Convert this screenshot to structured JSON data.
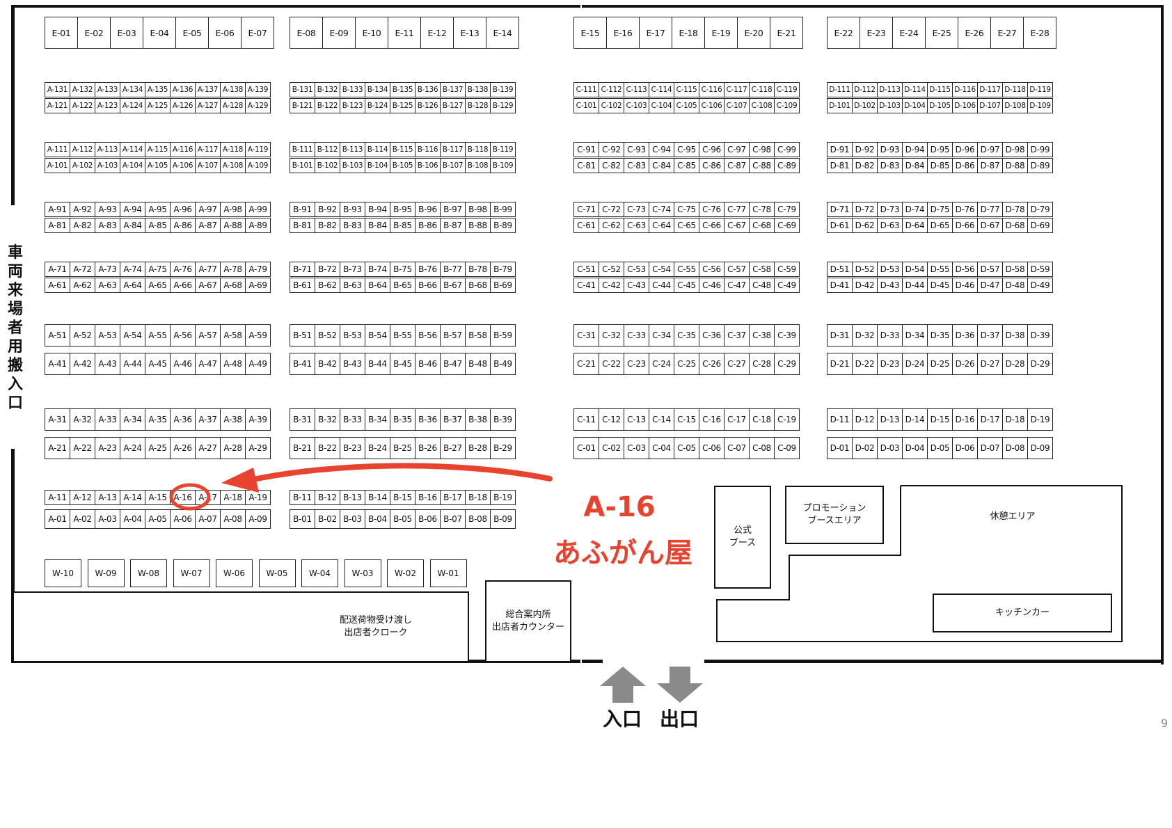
{
  "map": {
    "vehicle_entrance_label": "車両来場者用搬入口",
    "entrance_label": "入口",
    "exit_label": "出口",
    "highlight": {
      "booth_id": "A-16",
      "name": "あふがん屋",
      "color": "#e8432f"
    },
    "areas": {
      "delivery": "配送荷物受け渡し\n出店者クローク",
      "info": "総合案内所\n出店者カウンター",
      "official": "公式\nブース",
      "promotion": "プロモーション\nブースエリア",
      "rest": "休憩エリア",
      "kitchen": "キッチンカー"
    },
    "page_number": "9",
    "booth_rows": [
      [
        "E-01",
        "E-02",
        "E-03",
        "E-04",
        "E-05",
        "E-06",
        "E-07"
      ],
      [
        "E-08",
        "E-09",
        "E-10",
        "E-11",
        "E-12",
        "E-13",
        "E-14"
      ],
      [
        "E-15",
        "E-16",
        "E-17",
        "E-18",
        "E-19",
        "E-20",
        "E-21"
      ],
      [
        "E-22",
        "E-23",
        "E-24",
        "E-25",
        "E-26",
        "E-27",
        "E-28"
      ],
      [
        "A-131",
        "A-132",
        "A-133",
        "A-134",
        "A-135",
        "A-136",
        "A-137",
        "A-138",
        "A-139"
      ],
      [
        "A-121",
        "A-122",
        "A-123",
        "A-124",
        "A-125",
        "A-126",
        "A-127",
        "A-128",
        "A-129"
      ],
      [
        "B-131",
        "B-132",
        "B-133",
        "B-134",
        "B-135",
        "B-136",
        "B-137",
        "B-138",
        "B-139"
      ],
      [
        "B-121",
        "B-122",
        "B-123",
        "B-124",
        "B-125",
        "B-126",
        "B-127",
        "B-128",
        "B-129"
      ],
      [
        "C-111",
        "C-112",
        "C-113",
        "C-114",
        "C-115",
        "C-116",
        "C-117",
        "C-118",
        "C-119"
      ],
      [
        "C-101",
        "C-102",
        "C-103",
        "C-104",
        "C-105",
        "C-106",
        "C-107",
        "C-108",
        "C-109"
      ],
      [
        "D-111",
        "D-112",
        "D-113",
        "D-114",
        "D-115",
        "D-116",
        "D-117",
        "D-118",
        "D-119"
      ],
      [
        "D-101",
        "D-102",
        "D-103",
        "D-104",
        "D-105",
        "D-106",
        "D-107",
        "D-108",
        "D-109"
      ],
      [
        "A-111",
        "A-112",
        "A-113",
        "A-114",
        "A-115",
        "A-116",
        "A-117",
        "A-118",
        "A-119"
      ],
      [
        "A-101",
        "A-102",
        "A-103",
        "A-104",
        "A-105",
        "A-106",
        "A-107",
        "A-108",
        "A-109"
      ],
      [
        "B-111",
        "B-112",
        "B-113",
        "B-114",
        "B-115",
        "B-116",
        "B-117",
        "B-118",
        "B-119"
      ],
      [
        "B-101",
        "B-102",
        "B-103",
        "B-104",
        "B-105",
        "B-106",
        "B-107",
        "B-108",
        "B-109"
      ],
      [
        "C-91",
        "C-92",
        "C-93",
        "C-94",
        "C-95",
        "C-96",
        "C-97",
        "C-98",
        "C-99"
      ],
      [
        "C-81",
        "C-82",
        "C-83",
        "C-84",
        "C-85",
        "C-86",
        "C-87",
        "C-88",
        "C-89"
      ],
      [
        "D-91",
        "D-92",
        "D-93",
        "D-94",
        "D-95",
        "D-96",
        "D-97",
        "D-98",
        "D-99"
      ],
      [
        "D-81",
        "D-82",
        "D-83",
        "D-84",
        "D-85",
        "D-86",
        "D-87",
        "D-88",
        "D-89"
      ],
      [
        "A-91",
        "A-92",
        "A-93",
        "A-94",
        "A-95",
        "A-96",
        "A-97",
        "A-98",
        "A-99"
      ],
      [
        "A-81",
        "A-82",
        "A-83",
        "A-84",
        "A-85",
        "A-86",
        "A-87",
        "A-88",
        "A-89"
      ],
      [
        "B-91",
        "B-92",
        "B-93",
        "B-94",
        "B-95",
        "B-96",
        "B-97",
        "B-98",
        "B-99"
      ],
      [
        "B-81",
        "B-82",
        "B-83",
        "B-84",
        "B-85",
        "B-86",
        "B-87",
        "B-88",
        "B-89"
      ],
      [
        "C-71",
        "C-72",
        "C-73",
        "C-74",
        "C-75",
        "C-76",
        "C-77",
        "C-78",
        "C-79"
      ],
      [
        "C-61",
        "C-62",
        "C-63",
        "C-64",
        "C-65",
        "C-66",
        "C-67",
        "C-68",
        "C-69"
      ],
      [
        "D-71",
        "D-72",
        "D-73",
        "D-74",
        "D-75",
        "D-76",
        "D-77",
        "D-78",
        "D-79"
      ],
      [
        "D-61",
        "D-62",
        "D-63",
        "D-64",
        "D-65",
        "D-66",
        "D-67",
        "D-68",
        "D-69"
      ],
      [
        "A-71",
        "A-72",
        "A-73",
        "A-74",
        "A-75",
        "A-76",
        "A-77",
        "A-78",
        "A-79"
      ],
      [
        "A-61",
        "A-62",
        "A-63",
        "A-64",
        "A-65",
        "A-66",
        "A-67",
        "A-68",
        "A-69"
      ],
      [
        "B-71",
        "B-72",
        "B-73",
        "B-74",
        "B-75",
        "B-76",
        "B-77",
        "B-78",
        "B-79"
      ],
      [
        "B-61",
        "B-62",
        "B-63",
        "B-64",
        "B-65",
        "B-66",
        "B-67",
        "B-68",
        "B-69"
      ],
      [
        "C-51",
        "C-52",
        "C-53",
        "C-54",
        "C-55",
        "C-56",
        "C-57",
        "C-58",
        "C-59"
      ],
      [
        "C-41",
        "C-42",
        "C-43",
        "C-44",
        "C-45",
        "C-46",
        "C-47",
        "C-48",
        "C-49"
      ],
      [
        "D-51",
        "D-52",
        "D-53",
        "D-54",
        "D-55",
        "D-56",
        "D-57",
        "D-58",
        "D-59"
      ],
      [
        "D-41",
        "D-42",
        "D-43",
        "D-44",
        "D-45",
        "D-46",
        "D-47",
        "D-48",
        "D-49"
      ],
      [
        "A-51",
        "A-52",
        "A-53",
        "A-54",
        "A-55",
        "A-56",
        "A-57",
        "A-58",
        "A-59"
      ],
      [
        "A-41",
        "A-42",
        "A-43",
        "A-44",
        "A-45",
        "A-46",
        "A-47",
        "A-48",
        "A-49"
      ],
      [
        "B-51",
        "B-52",
        "B-53",
        "B-54",
        "B-55",
        "B-56",
        "B-57",
        "B-58",
        "B-59"
      ],
      [
        "B-41",
        "B-42",
        "B-43",
        "B-44",
        "B-45",
        "B-46",
        "B-47",
        "B-48",
        "B-49"
      ],
      [
        "C-31",
        "C-32",
        "C-33",
        "C-34",
        "C-35",
        "C-36",
        "C-37",
        "C-38",
        "C-39"
      ],
      [
        "C-21",
        "C-22",
        "C-23",
        "C-24",
        "C-25",
        "C-26",
        "C-27",
        "C-28",
        "C-29"
      ],
      [
        "D-31",
        "D-32",
        "D-33",
        "D-34",
        "D-35",
        "D-36",
        "D-37",
        "D-38",
        "D-39"
      ],
      [
        "D-21",
        "D-22",
        "D-23",
        "D-24",
        "D-25",
        "D-26",
        "D-27",
        "D-28",
        "D-29"
      ],
      [
        "A-31",
        "A-32",
        "A-33",
        "A-34",
        "A-35",
        "A-36",
        "A-37",
        "A-38",
        "A-39"
      ],
      [
        "A-21",
        "A-22",
        "A-23",
        "A-24",
        "A-25",
        "A-26",
        "A-27",
        "A-28",
        "A-29"
      ],
      [
        "B-31",
        "B-32",
        "B-33",
        "B-34",
        "B-35",
        "B-36",
        "B-37",
        "B-38",
        "B-39"
      ],
      [
        "B-21",
        "B-22",
        "B-23",
        "B-24",
        "B-25",
        "B-26",
        "B-27",
        "B-28",
        "B-29"
      ],
      [
        "C-11",
        "C-12",
        "C-13",
        "C-14",
        "C-15",
        "C-16",
        "C-17",
        "C-18",
        "C-19"
      ],
      [
        "C-01",
        "C-02",
        "C-03",
        "C-04",
        "C-05",
        "C-06",
        "C-07",
        "C-08",
        "C-09"
      ],
      [
        "D-11",
        "D-12",
        "D-13",
        "D-14",
        "D-15",
        "D-16",
        "D-17",
        "D-18",
        "D-19"
      ],
      [
        "D-01",
        "D-02",
        "D-03",
        "D-04",
        "D-05",
        "D-06",
        "D-07",
        "D-08",
        "D-09"
      ],
      [
        "A-11",
        "A-12",
        "A-13",
        "A-14",
        "A-15",
        "A-16",
        "A-17",
        "A-18",
        "A-19"
      ],
      [
        "A-01",
        "A-02",
        "A-03",
        "A-04",
        "A-05",
        "A-06",
        "A-07",
        "A-08",
        "A-09"
      ],
      [
        "B-11",
        "B-12",
        "B-13",
        "B-14",
        "B-15",
        "B-16",
        "B-17",
        "B-18",
        "B-19"
      ],
      [
        "B-01",
        "B-02",
        "B-03",
        "B-04",
        "B-05",
        "B-06",
        "B-07",
        "B-08",
        "B-09"
      ]
    ],
    "w_booths": [
      "W-10",
      "W-09",
      "W-08",
      "W-07",
      "W-06",
      "W-05",
      "W-04",
      "W-03",
      "W-02",
      "W-01"
    ]
  }
}
